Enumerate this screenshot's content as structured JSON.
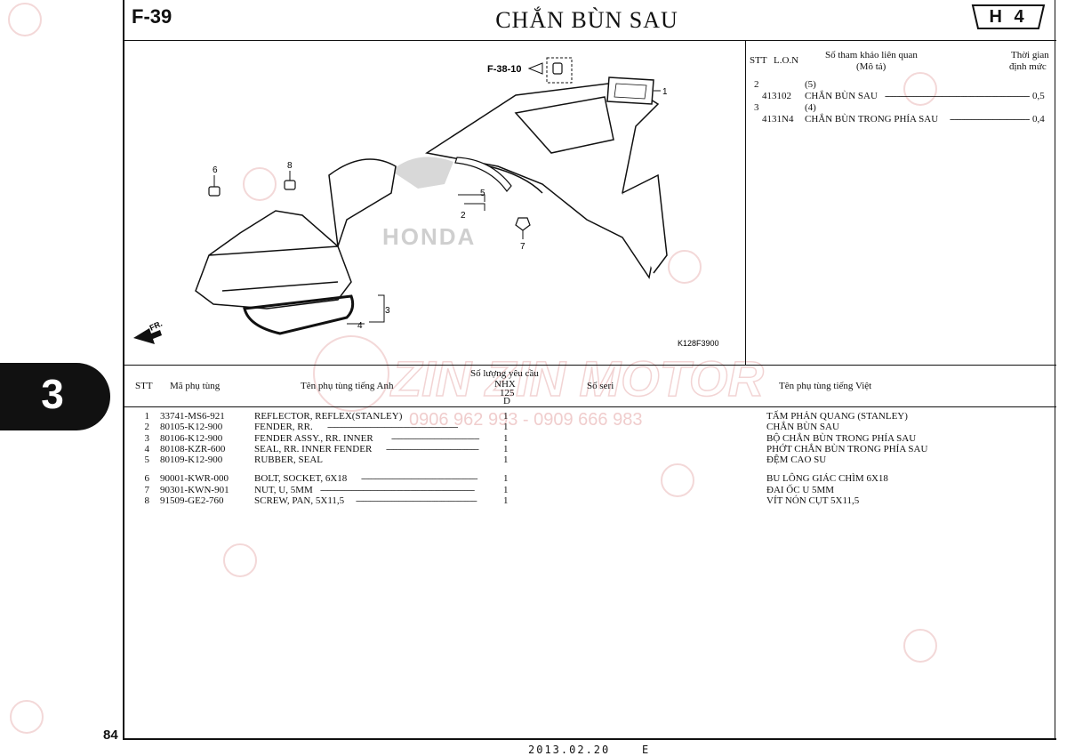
{
  "header": {
    "section_code": "F-39",
    "title": "CHẮN BÙN SAU",
    "group_badge": "H 4"
  },
  "chapter_tab": "3",
  "page_number": "84",
  "footer": {
    "date": "2013.02.20",
    "edition": "E"
  },
  "diagram": {
    "ref_label": "F-38-10",
    "code": "K128F3900",
    "fr_label": "FR.",
    "brand_text": "HONDA",
    "callouts": [
      "1",
      "2",
      "3",
      "4",
      "5",
      "6",
      "7",
      "8"
    ]
  },
  "reference_table": {
    "headers": {
      "stt": "STT",
      "lon": "L.O.N",
      "desc_line1": "Số tham khảo liên quan",
      "desc_line2": "(Mô tả)",
      "time_line1": "Thời gian",
      "time_line2": "định mức"
    },
    "rows": [
      {
        "stt": "2",
        "ref": "(5)"
      },
      {
        "code": "413102",
        "name": "CHẮN BÙN SAU",
        "time": "0,5"
      },
      {
        "stt": "3",
        "ref": "(4)"
      },
      {
        "code": "4131N4",
        "name": "CHẮN BÙN TRONG PHÍA SAU",
        "time": "0,4"
      }
    ]
  },
  "parts_table": {
    "headers": {
      "stt": "STT",
      "part_no": "Mã phụ tùng",
      "name_en": "Tên phụ tùng tiếng Anh",
      "qty_line1": "Số lượng yêu cầu",
      "qty_line2": "NHX",
      "qty_line3": "125",
      "qty_line4": "D",
      "serial": "Số seri",
      "name_vn": "Tên phụ tùng tiếng Việt"
    },
    "rows": [
      {
        "stt": "1",
        "part_no": "33741-MS6-921",
        "name_en": "REFLECTOR, REFLEX(STANLEY)",
        "qty": "1",
        "name_vn": "TẤM PHẢN QUANG (STANLEY)"
      },
      {
        "stt": "2",
        "part_no": "80105-K12-900",
        "name_en": "FENDER, RR.",
        "qty": "1",
        "name_vn": "CHẮN BÙN SAU"
      },
      {
        "stt": "3",
        "part_no": "80106-K12-900",
        "name_en": "FENDER ASSY., RR. INNER",
        "qty": "1",
        "name_vn": "BỘ CHẮN BÙN TRONG PHÍA SAU"
      },
      {
        "stt": "4",
        "part_no": "80108-KZR-600",
        "name_en": "SEAL, RR. INNER FENDER",
        "qty": "1",
        "name_vn": "PHỚT CHẮN BÙN TRONG PHÍA SAU"
      },
      {
        "stt": "5",
        "part_no": "80109-K12-900",
        "name_en": "RUBBER, SEAL",
        "qty": "1",
        "name_vn": "ĐỆM CAO SU"
      },
      {
        "stt": "6",
        "part_no": "90001-KWR-000",
        "name_en": "BOLT, SOCKET, 6X18",
        "qty": "1",
        "name_vn": "BU LÔNG GIÁC CHÌM 6X18"
      },
      {
        "stt": "7",
        "part_no": "90301-KWN-901",
        "name_en": "NUT, U, 5MM",
        "qty": "1",
        "name_vn": "ĐAI ỐC U 5MM"
      },
      {
        "stt": "8",
        "part_no": "91509-GE2-760",
        "name_en": "SCREW, PAN, 5X11,5",
        "qty": "1",
        "name_vn": "VÍT NÓN CỤT 5X11,5"
      }
    ]
  },
  "watermark": {
    "brand": "ZIN ZIN MOTOR",
    "phone": "0906 962 993 - 0909 666 983"
  },
  "colors": {
    "ink": "#111111",
    "watermark": "#e8b4b4"
  }
}
